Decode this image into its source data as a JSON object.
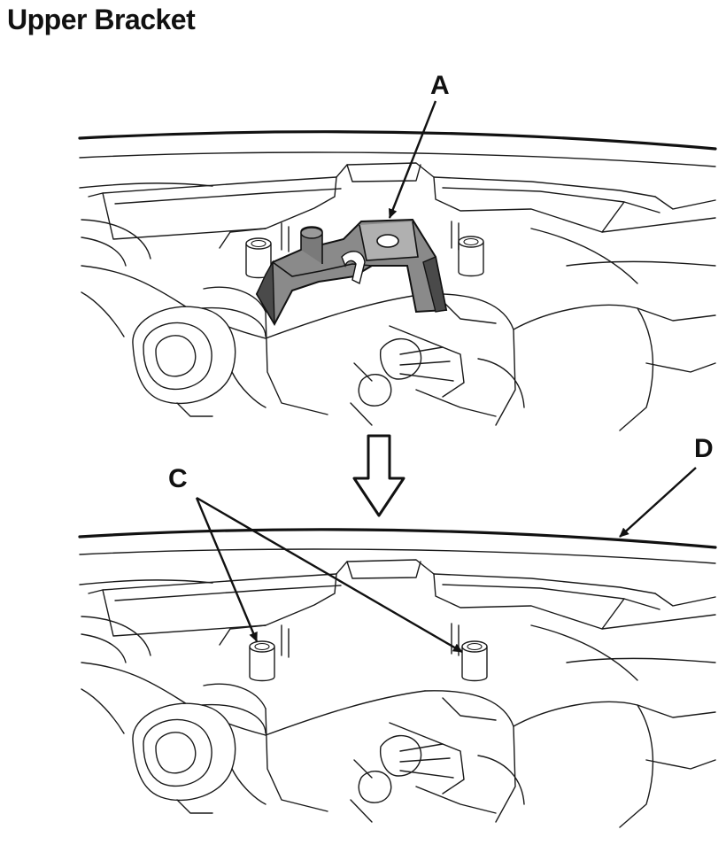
{
  "title": "Upper Bracket",
  "callouts": {
    "a": "A",
    "c": "C",
    "d": "D"
  },
  "colors": {
    "bracket_fill": "#8a8a8a",
    "bracket_dark": "#4a4a4a",
    "line": "#1a1a1a"
  }
}
